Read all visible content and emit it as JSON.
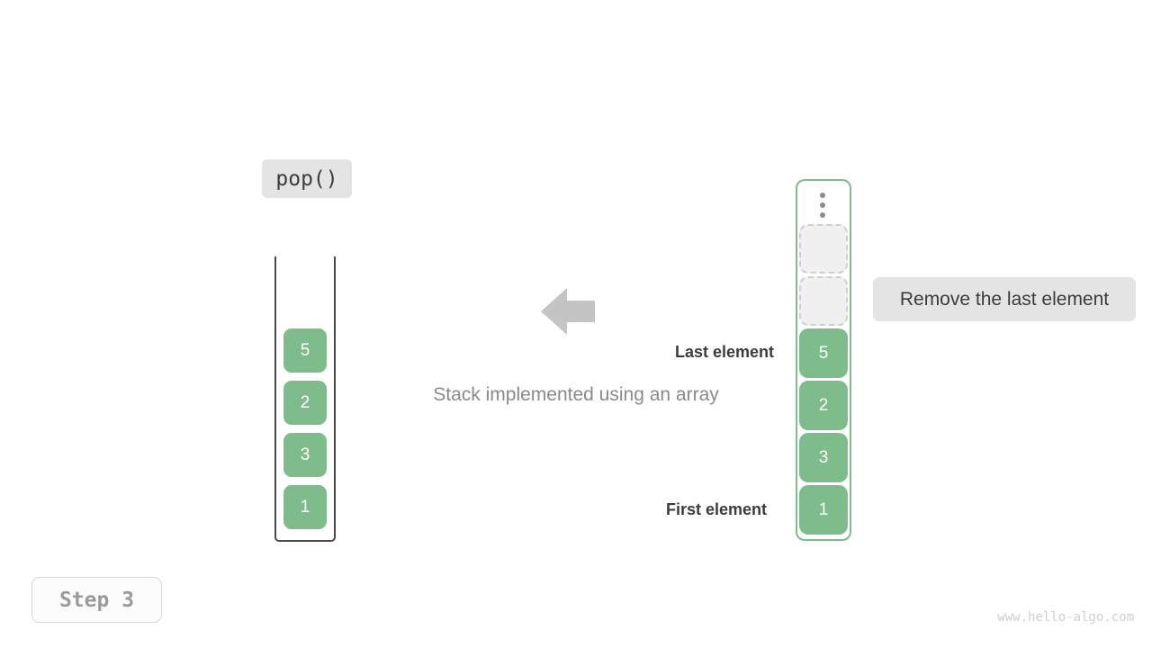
{
  "operation": {
    "label": "pop()"
  },
  "caption": "Stack implemented using an array",
  "labels": {
    "last_element": "Last element",
    "first_element": "First element"
  },
  "annotation": {
    "text": "Remove the last element"
  },
  "stack": {
    "cells": [
      "5",
      "2",
      "3",
      "1"
    ]
  },
  "array": {
    "overflow_indicator": "three-dots",
    "empty_slots": 2,
    "cells": [
      "5",
      "2",
      "3",
      "1"
    ]
  },
  "arrow": {
    "direction": "left"
  },
  "step": {
    "label": "Step 3"
  },
  "watermark": "www.hello-algo.com",
  "colors": {
    "element_green": "#7fbc8c",
    "container_border": "#4a4a4a",
    "array_border": "#7fbc8c",
    "label_bg": "#e4e4e4",
    "caption_gray": "#8a8a8a",
    "arrow_gray": "#c4c4c4",
    "empty_slot_bg": "#f0f0f0",
    "empty_slot_border": "#cfcfcf"
  }
}
